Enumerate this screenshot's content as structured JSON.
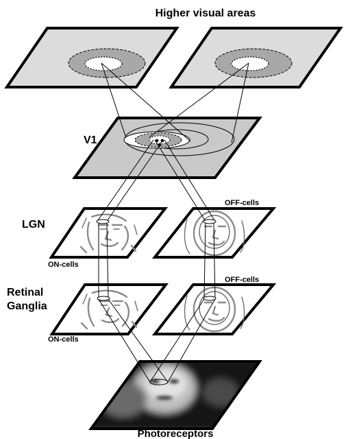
{
  "labels": {
    "higher": "Higher visual areas",
    "v1": "V1",
    "lgn": "LGN",
    "retinal_line1": "Retinal",
    "retinal_line2": "Ganglia",
    "lgn_on": "ON-cells",
    "lgn_off": "OFF-cells",
    "retina_on": "ON-cells",
    "retina_off": "OFF-cells",
    "photoreceptors": "Photoreceptors"
  },
  "colors": {
    "plane_fill": "#dcdcdc",
    "annulus_fill": "#a8a8a8",
    "outline": "#000000",
    "feature_gray": "#8a8a8a",
    "photo_dark": "#101010"
  }
}
